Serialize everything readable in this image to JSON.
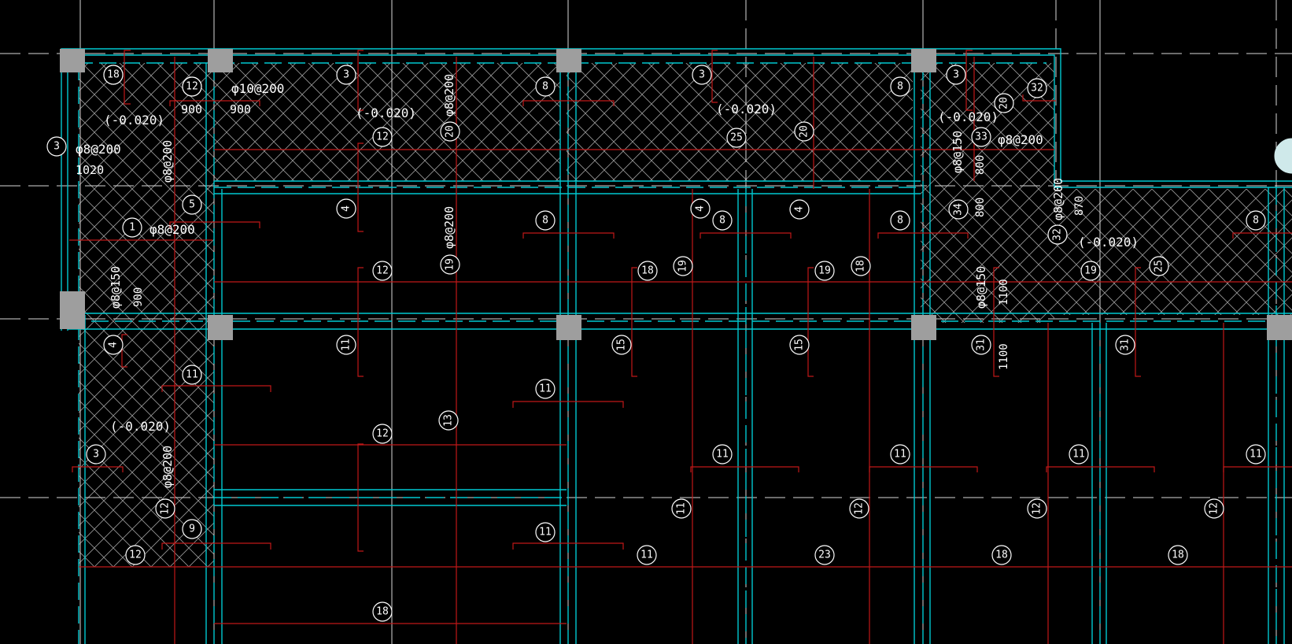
{
  "drawing": {
    "colors": {
      "background": "#000000",
      "wall": "#00c8d0",
      "rebar": "#c01818",
      "hatch": "#9a9a9a",
      "text": "#ffffff",
      "column": "#9e9e9e",
      "axis": "#d8d8d8"
    },
    "tags": [
      "3",
      "5",
      "3",
      "8",
      "3",
      "8",
      "3",
      "32",
      "20",
      "3",
      "12",
      "20",
      "25",
      "20",
      "33",
      "34",
      "4",
      "5",
      "1",
      "8",
      "4",
      "8",
      "4",
      "8",
      "32",
      "8",
      "12",
      "18",
      "19",
      "19",
      "18",
      "19",
      "25",
      "19",
      "4",
      "11",
      "15",
      "15",
      "31",
      "31",
      "11",
      "11",
      "3",
      "12",
      "13",
      "11",
      "11",
      "11",
      "11",
      "11",
      "12",
      "12",
      "12",
      "12",
      "12",
      "9",
      "11",
      "11",
      "23",
      "18",
      "18",
      "18",
      "18",
      "12"
    ],
    "annotations": {
      "a1": "(-0.020)",
      "a2": "(-0.020)",
      "a3": "(-0.020)",
      "a4": "(-0.020)",
      "a5": "(-0.020)",
      "a6": "(-0.020)",
      "r1": "φ10@200",
      "r2": "φ8@200",
      "r3": "φ8@200",
      "r4": "φ8@200",
      "r5": "φ8@200",
      "r6": "φ8@200",
      "r7": "φ8@200",
      "r8": "φ8@150",
      "r9": "φ8@150",
      "r10": "φ8@150",
      "r11": "φ8@200",
      "r12": "φ8@200",
      "d1": "900",
      "d2": "900",
      "d3": "1020",
      "d4": "900",
      "d5": "800",
      "d6": "800",
      "d7": "870",
      "d8": "1100",
      "d9": "1100"
    }
  }
}
